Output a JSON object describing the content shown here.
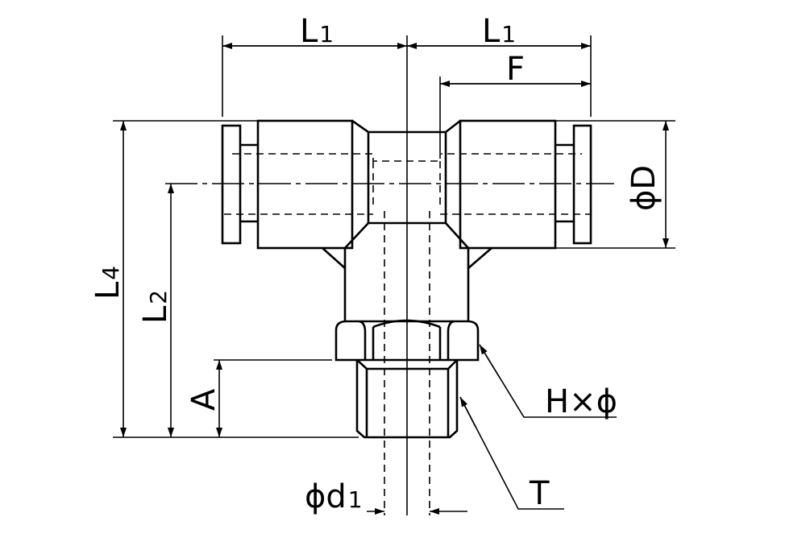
{
  "labels": {
    "l1_left": {
      "main": "L",
      "sub": "1"
    },
    "l1_right": {
      "main": "L",
      "sub": "1"
    },
    "f": {
      "main": "F"
    },
    "phi_d": {
      "main": "ϕD"
    },
    "l4": {
      "main": "L",
      "sub": "4"
    },
    "l2": {
      "main": "L",
      "sub": "2"
    },
    "a": {
      "main": "A"
    },
    "hex": {
      "main": "H×ϕ"
    },
    "thread": {
      "main": "T"
    },
    "phi_d1": {
      "main": "ϕd",
      "sub": "1"
    }
  }
}
